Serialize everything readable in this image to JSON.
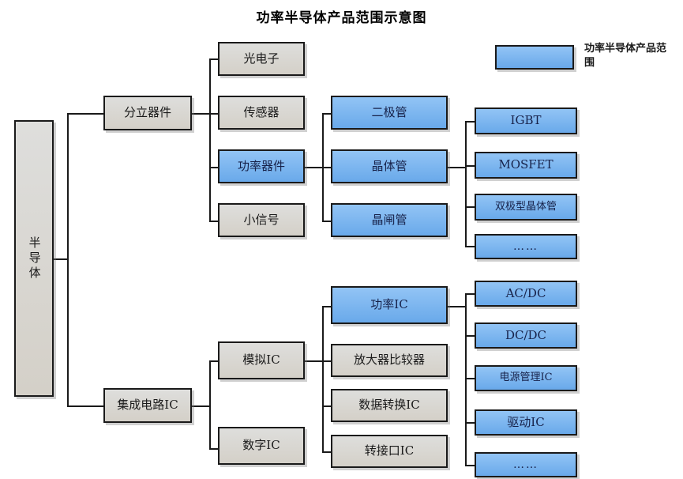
{
  "title": "功率半导体产品范围示意图",
  "legend": {
    "swatch_color": "#69a9ea",
    "label": "功率半导体产品范围"
  },
  "colors": {
    "highlight_blue": "#69a9ea",
    "neutral_gray": "#d4d0c8",
    "line": "#1a1a1a",
    "background": "#ffffff"
  },
  "diagram": {
    "type": "tree",
    "root": {
      "label": "半导体",
      "style": "gray",
      "orientation": "vertical"
    },
    "level1": [
      {
        "label": "分立器件",
        "style": "gray"
      },
      {
        "label": "集成电路IC",
        "style": "gray"
      }
    ],
    "discrete_children": [
      {
        "label": "光电子",
        "style": "gray"
      },
      {
        "label": "传感器",
        "style": "gray"
      },
      {
        "label": "功率器件",
        "style": "blue"
      },
      {
        "label": "小信号",
        "style": "gray"
      }
    ],
    "power_device_children": [
      {
        "label": "二极管",
        "style": "blue"
      },
      {
        "label": "晶体管",
        "style": "blue"
      },
      {
        "label": "晶闸管",
        "style": "blue"
      }
    ],
    "transistor_children": [
      {
        "label": "IGBT",
        "style": "blue"
      },
      {
        "label": "MOSFET",
        "style": "blue"
      },
      {
        "label": "双极型晶体管",
        "style": "blue"
      },
      {
        "label": "……",
        "style": "blue"
      }
    ],
    "ic_children": [
      {
        "label": "模拟IC",
        "style": "gray"
      },
      {
        "label": "数字IC",
        "style": "gray"
      }
    ],
    "analog_ic_children": [
      {
        "label": "功率IC",
        "style": "blue"
      },
      {
        "label": "放大器比较器",
        "style": "gray"
      },
      {
        "label": "数据转换IC",
        "style": "gray"
      },
      {
        "label": "转接口IC",
        "style": "gray"
      }
    ],
    "power_ic_children": [
      {
        "label": "AC/DC",
        "style": "blue"
      },
      {
        "label": "DC/DC",
        "style": "blue"
      },
      {
        "label": "电源管理IC",
        "style": "blue"
      },
      {
        "label": "驱动IC",
        "style": "blue"
      },
      {
        "label": "……",
        "style": "blue"
      }
    ]
  }
}
